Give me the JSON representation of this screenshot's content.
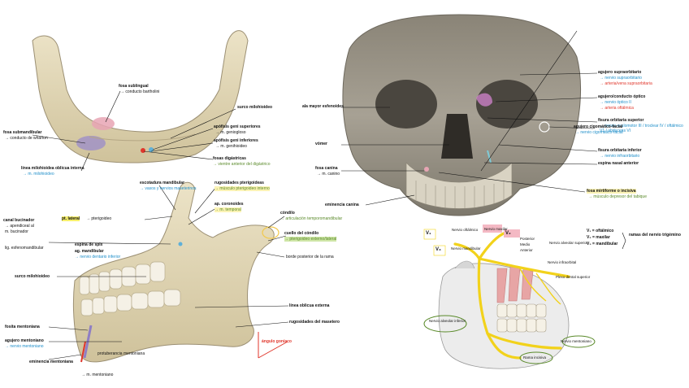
{
  "mandible_top": {
    "fosa_sublingual": "fosa sublingual",
    "conducto_bartholini": "→ conducto bartholini",
    "fosa_submandibular": "fosa submandibular",
    "conducto_wharton": "→ conducto de wharton",
    "surco_milohioideo": "surco milohioideo",
    "apofisis_geni_superiores": "apófisis geni superiores",
    "m_geniogloso": "→ m. geniogloso",
    "apofisis_geni_inferiores": "apófisis geni inferiores",
    "m_genihioideo": "→ m. genihioideo",
    "linea_milohioidea": "línea milohioidea oblicua interna",
    "m_milohioideo": "→ m. milohioideo",
    "fosas_digastricas": "fosas digástricas",
    "vientre_anterior": "→ vientre anterior del digástrico"
  },
  "mandible_lateral": {
    "escotadura": "escotadura mandibular",
    "escotadura_sub": "→ vasos y nervios maseterinos",
    "canal_bucinador": "canal bucinador",
    "canal_sub1": "→ apendiceal al",
    "canal_sub2": "m. bucinador",
    "espina_spix": "espina de spix",
    "lig_esfenomandibular": "lig. esfenomandibular",
    "ag_mandibular": "ag. mandibular",
    "nervio_dentario": "→ nervio dentario inferior",
    "pt_lateral": "pt. lateral",
    "pterigoideo": "→ pterigoideo",
    "rugosidades_pterigoideas": "rugosidades pterigoideas",
    "musculo_pterigoideo": "→ músculo pterigoideo interno",
    "ap_coronoides": "ap. coronoides",
    "m_temporal": "→ m. temporal",
    "condilo": "cóndilo",
    "art": "→ articulación temporomandibular",
    "cuello_condilo": "cuello del cóndilo",
    "pterigoideo_externo": "→ pterigoideo externo/lateral",
    "borde_posterior": "borde posterior de la rama",
    "surco_milohioideo": "surco milohioideo",
    "linea_oblicua_externa": "línea oblicua externa",
    "rugosidades_masetero": "rugosidades del masetero",
    "angulo_gonion": "ángulo goníaco",
    "agujero_mentoniano": "agujero mentoniano",
    "nervio_mentoniano": "→ nervio mentoniano",
    "protuberancia": "protuberancia mentoniana",
    "fosita_mentoniana": "fosita mentoniana",
    "eminencia_mentoniana": "eminencia mentoniana",
    "m_mentoniano": "→ m. mentoniano"
  },
  "skull": {
    "ala_mayor": "ala mayor esfenoides",
    "vomer": "vómer",
    "fosa_canina": "fosa canina",
    "m_canino": "→ m. canino",
    "eminencia_canina": "eminencia canina",
    "agujero_supraorbitario": "agujero supraorbitario",
    "nervio_supraorbitario": "→ nervio supraorbitario",
    "arteria_supraorbitaria": "→ arteria/vena supraorbitaria",
    "agujero_optico": "agujero/conducto óptico",
    "nervio_optico": "→ nervio óptico II",
    "arteria_oftalmica": "→ arteria oftálmica",
    "fisura_orbitaria_superior": "fisura orbitaria superior",
    "nervios_fos": "→ nervio oculomotor III / troclear IV / oftálmico V1 / abducens VI",
    "fisura_orbitaria_inferior": "fisura orbitaria inferior",
    "nervio_infraorbitario": "→ nervio infraorbitario",
    "espina_nasal": "espina nasal anterior",
    "fosa_mirtiforme": "fosa mirtiforme o incisiva",
    "musculo_depresor": "→ músculo depresor del tabique",
    "cigomatico_facial": "agujero cigomático-facial",
    "nervio_cigomatico": "→ nervio cigomático-facial"
  },
  "nerve": {
    "v1": "V₁",
    "v2": "V₂",
    "v3": "V₃",
    "nervio_oftalmico": "Nervio oftálmico",
    "nervio_maxilar": "Nervio maxilar",
    "nervio_mandibular": "Nervio mandibular",
    "nervio_alveolar_superior": "Nervio alveolar superior",
    "nervio_infraorbital": "Nervio infraorbital",
    "posterior": "Posterior",
    "medio": "Medio",
    "anterior": "Anterior",
    "plexo_dental": "Plexo dental superior",
    "nervio_alveolar_inferior": "Nervio alveolar inferior",
    "nervio_mentoniano": "Nervio mentoniano",
    "rama_incisiva": "Rama incisiva",
    "v1_key": "V₁ = oftálmico",
    "v2_key": "V₂ = maxilar",
    "v3_key": "V₃ = mandibular",
    "ramas_trigemino": "ramas del nervio trigémino"
  }
}
